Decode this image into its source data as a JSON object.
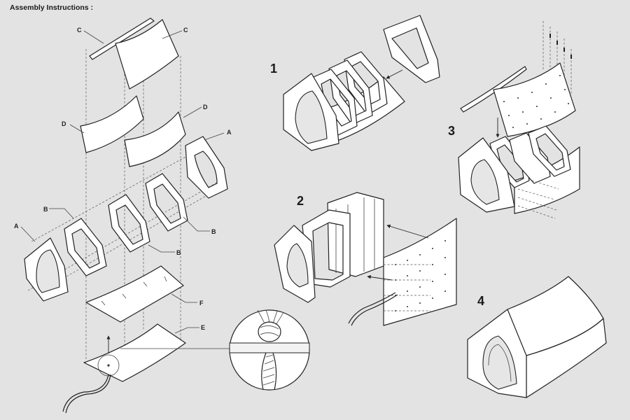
{
  "title": "Assembly Instructions :",
  "part_labels": {
    "c_left": "C",
    "c_right": "C",
    "d_left": "D",
    "d_right": "D",
    "a_right": "A",
    "b_left": "B",
    "a_left": "A",
    "b_mid": "B",
    "b_lower": "B",
    "f": "F",
    "e": "E"
  },
  "steps": {
    "step1": "1",
    "step2": "2",
    "step3": "3",
    "step4": "4"
  }
}
